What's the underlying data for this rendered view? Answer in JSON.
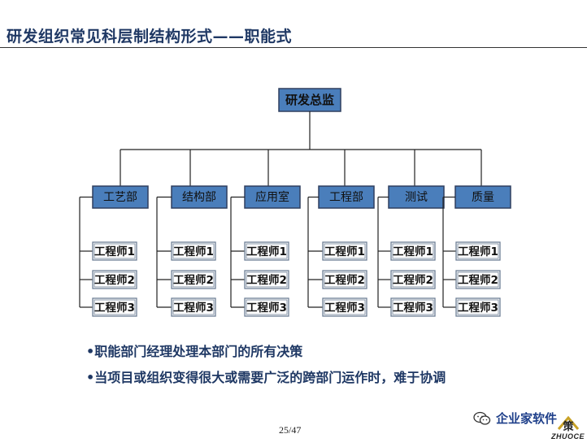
{
  "title": "研发组织常见科层制结构形式——职能式",
  "director": "研发总监",
  "departments": [
    {
      "name": "工艺部",
      "engineers": [
        "工程师1",
        "工程师2",
        "工程师3"
      ]
    },
    {
      "name": "结构部",
      "engineers": [
        "工程师1",
        "工程师2",
        "工程师3"
      ]
    },
    {
      "name": "应用室",
      "engineers": [
        "工程师1",
        "工程师2",
        "工程师3"
      ]
    },
    {
      "name": "工程部",
      "engineers": [
        "工程师1",
        "工程师2",
        "工程师3"
      ]
    },
    {
      "name": "测试",
      "engineers": [
        "工程师1",
        "工程师2",
        "工程师3"
      ]
    },
    {
      "name": "质量",
      "engineers": [
        "工程师1",
        "工程师2",
        "工程师3"
      ]
    }
  ],
  "notes": [
    "•职能部门经理处理本部门的所有决策",
    "•当项目或组织变得很大或需要广泛的跨部门运作时，难于协调"
  ],
  "page_number": "25/47",
  "watermark": {
    "text": "企业家软件",
    "icon": "wechat-icon",
    "logo_text": "ZHUOCE",
    "logo_char": "策"
  },
  "colors": {
    "box_fill": "#4a7ebb",
    "title": "#1f3864",
    "notes": "#1f3864"
  }
}
